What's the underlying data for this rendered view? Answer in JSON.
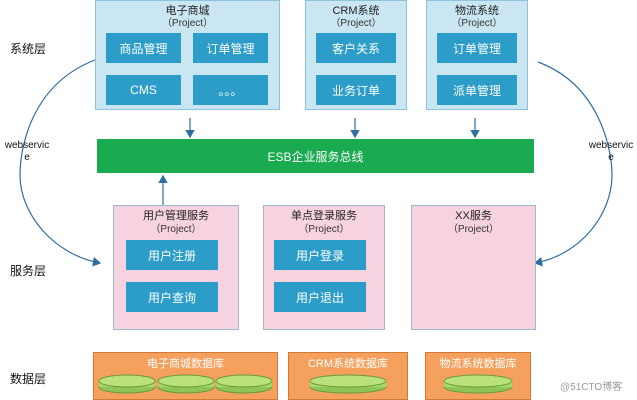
{
  "layers": {
    "system": "系统层",
    "service": "服务层",
    "data": "数据层"
  },
  "webservice": {
    "left": "webservic\ne",
    "right": "webservic\ne"
  },
  "systems": [
    {
      "title": "电子商城",
      "subtitle": "（Project）",
      "modules": [
        "商品管理",
        "订单管理",
        "CMS",
        "。。。"
      ]
    },
    {
      "title": "CRM系统",
      "subtitle": "（Project）",
      "modules": [
        "客户关系",
        "业务订单"
      ]
    },
    {
      "title": "物流系统",
      "subtitle": "（Project）",
      "modules": [
        "订单管理",
        "派单管理"
      ]
    }
  ],
  "esb": {
    "label": "ESB企业服务总线"
  },
  "services": [
    {
      "title": "用户管理服务",
      "subtitle": "（Project）",
      "modules": [
        "用户注册",
        "用户查询"
      ]
    },
    {
      "title": "单点登录服务",
      "subtitle": "（Project）",
      "modules": [
        "用户登录",
        "用户退出"
      ]
    },
    {
      "title": "XX服务",
      "subtitle": "（Project）",
      "modules": []
    }
  ],
  "databases": [
    {
      "title": "电子商城数据库"
    },
    {
      "title": "CRM系统数据库"
    },
    {
      "title": "物流系统数据库"
    }
  ],
  "watermark": "@51CTO博客",
  "colors": {
    "system_fill": "#c9e6f2",
    "module_fill": "#2c9cc8",
    "esb_fill": "#1aaa4f",
    "service_fill": "#f7d3e2",
    "db_fill": "#f5a05c",
    "disk_fill": "#a8d86b"
  }
}
